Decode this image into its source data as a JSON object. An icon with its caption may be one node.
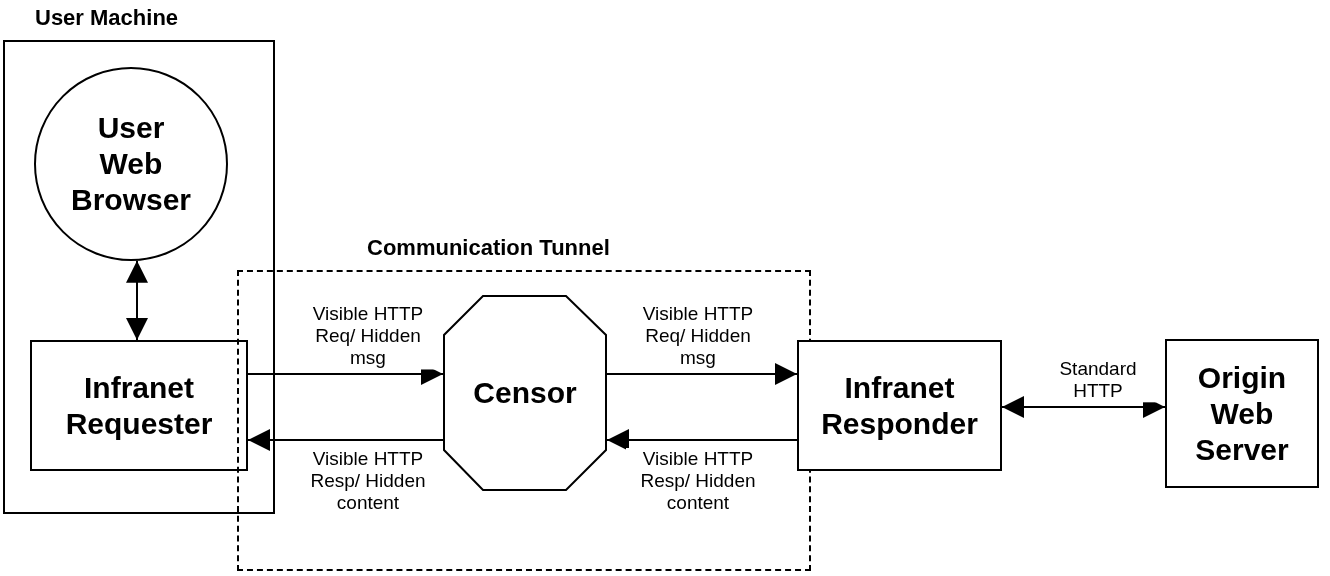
{
  "diagram": {
    "nodes": [
      {
        "text": [
          "User Machine"
        ]
      },
      {
        "text": [
          "User Web Browser"
        ],
        "in": 0
      },
      {
        "text": [
          "Infranet Requester"
        ],
        "in": 0
      },
      {
        "text": [
          "Communication Tunnel"
        ]
      },
      {
        "text": [
          "Censor"
        ],
        "in": 3
      },
      {
        "text": [
          "Infranet Responder"
        ]
      },
      {
        "text": [
          "Origin Web Server"
        ]
      }
    ],
    "edges": [
      {
        "from": 1,
        "to": 2,
        "arrow": "both"
      },
      {
        "from": 2,
        "to": 4,
        "arrow": "to",
        "label": "Visible HTTP Req/ Hidden msg"
      },
      {
        "from": 4,
        "to": 2,
        "arrow": "to",
        "label": "Visible HTTP Resp/ Hidden content"
      },
      {
        "from": 4,
        "to": 5,
        "arrow": "to",
        "label": "Visible HTTP Req/ Hidden msg"
      },
      {
        "from": 5,
        "to": 4,
        "arrow": "to",
        "label": "Visible HTTP Resp/ Hidden content"
      },
      {
        "from": 5,
        "to": 6,
        "arrow": "both",
        "label": "Standard HTTP"
      }
    ]
  }
}
